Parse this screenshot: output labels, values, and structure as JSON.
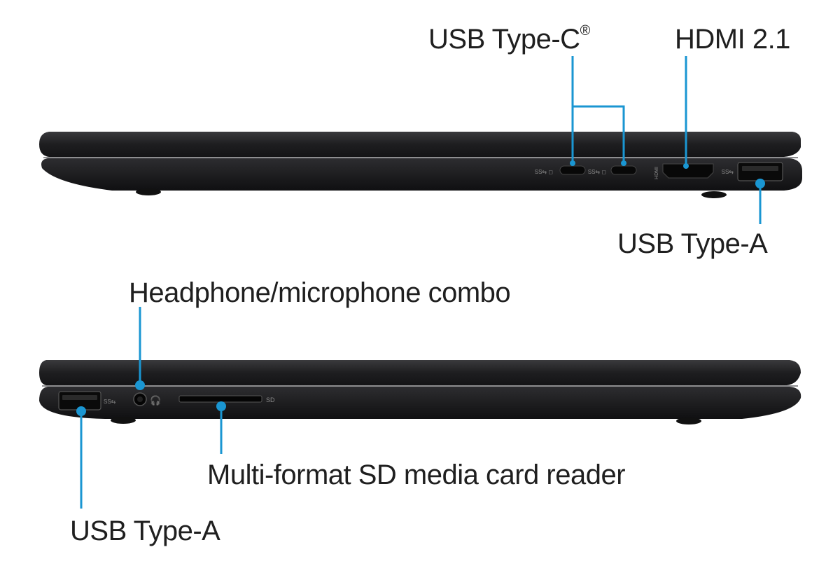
{
  "colors": {
    "callout": "#1a96d2",
    "laptop_body": "#1c1c1e",
    "laptop_edge": "#2b2b2e",
    "port": "#0a0a0a",
    "label_text": "#1f1f1f",
    "port_marking": "#8a8a8a"
  },
  "top_view": {
    "labels": {
      "usb_c": "USB Type-C",
      "usb_c_mark": "®",
      "hdmi": "HDMI 2.1",
      "usb_a": "USB Type-A"
    },
    "port_markings": {
      "hdmi": "HDMI"
    }
  },
  "bottom_view": {
    "labels": {
      "headphone": "Headphone/microphone combo",
      "sd_reader": "Multi-format SD media card reader",
      "usb_a": "USB Type-A"
    },
    "port_markings": {
      "sd": "SD"
    }
  }
}
